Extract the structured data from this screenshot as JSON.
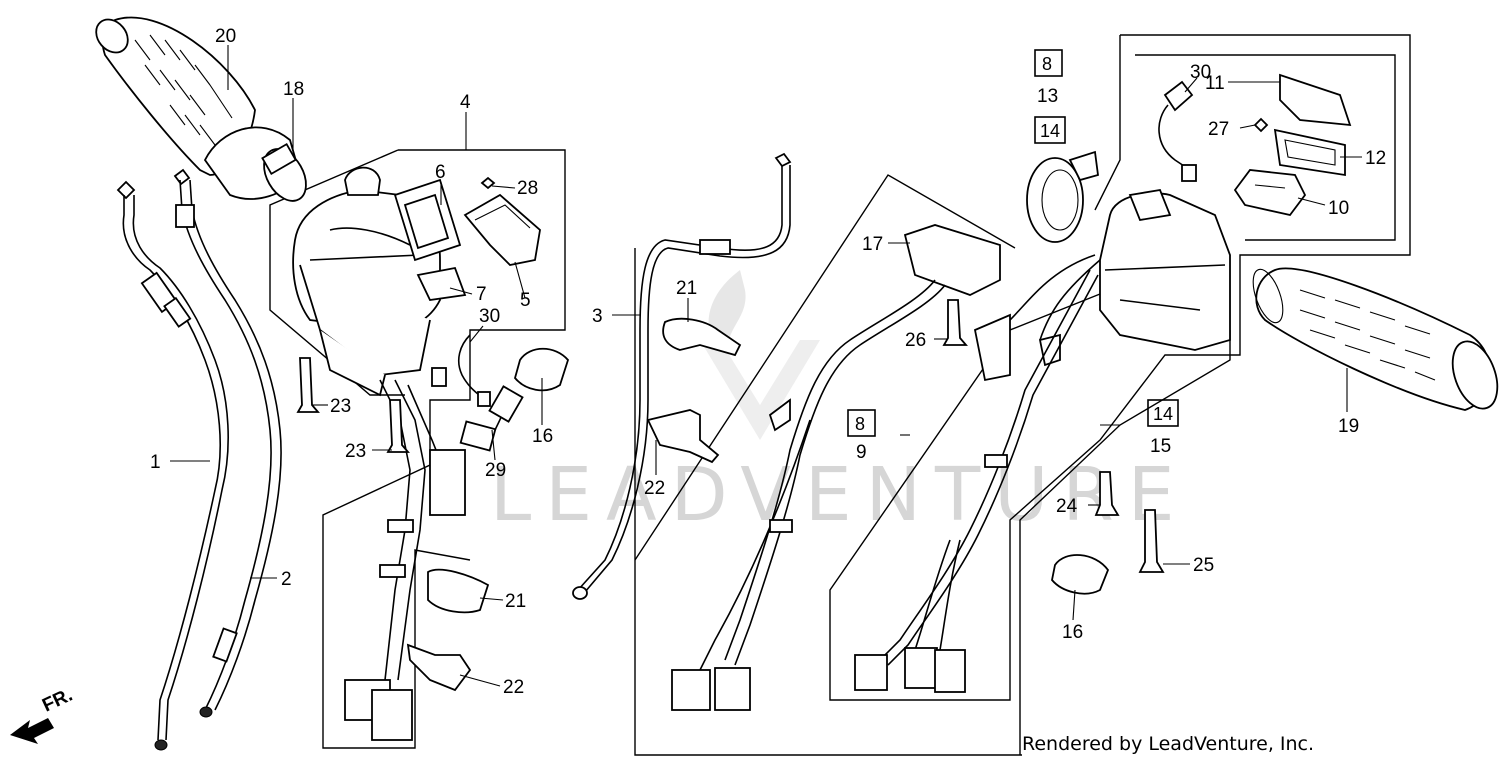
{
  "watermark": "LEADVENTURE",
  "credit": "Rendered by LeadVenture, Inc.",
  "direction_label": "FR.",
  "callouts": {
    "c1": "1",
    "c2": "2",
    "c3": "3",
    "c4": "4",
    "c5": "5",
    "c6": "6",
    "c7": "7",
    "c8": "8",
    "c9": "9",
    "c10": "10",
    "c11": "11",
    "c12": "12",
    "c13": "13",
    "c15": "15",
    "c16a": "16",
    "c16b": "16",
    "c17": "17",
    "c18": "18",
    "c19": "19",
    "c20": "20",
    "c21a": "21",
    "c21b": "21",
    "c22a": "22",
    "c22b": "22",
    "c23a": "23",
    "c23b": "23",
    "c24": "24",
    "c25": "25",
    "c26": "26",
    "c27": "27",
    "c28": "28",
    "c29": "29",
    "c30a": "30",
    "c30b": "30"
  },
  "boxed_callouts": {
    "b8a": "8",
    "b14a": "14",
    "b8b": "8",
    "b14b": "14"
  },
  "colors": {
    "ink": "#000000",
    "watermark": "#d6d6d6",
    "background": "#ffffff"
  }
}
